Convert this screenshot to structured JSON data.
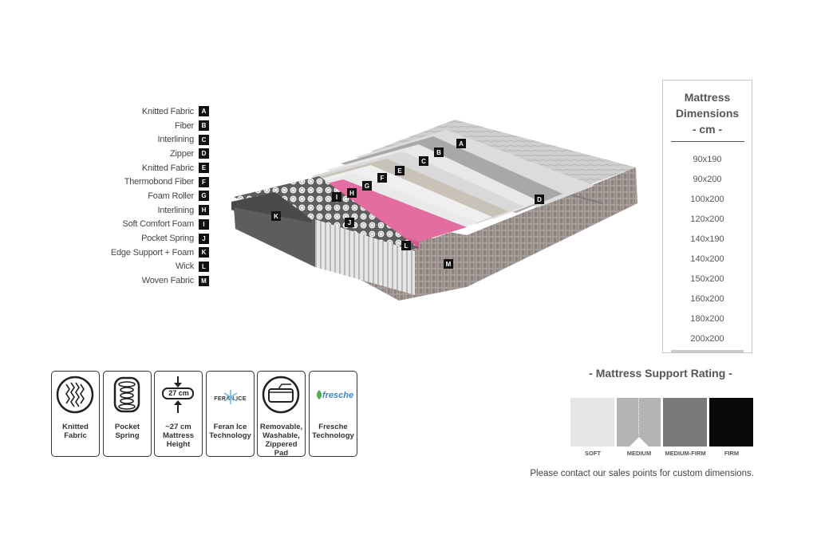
{
  "layers": [
    {
      "label": "Knitted Fabric",
      "letter": "A"
    },
    {
      "label": "Fiber",
      "letter": "B"
    },
    {
      "label": "Interlining",
      "letter": "C"
    },
    {
      "label": "Zipper",
      "letter": "D"
    },
    {
      "label": "Knitted Fabric",
      "letter": "E"
    },
    {
      "label": "Thermobond Fiber",
      "letter": "F"
    },
    {
      "label": "Foam Roller",
      "letter": "G"
    },
    {
      "label": "Interlining",
      "letter": "H"
    },
    {
      "label": "Soft Comfort Foam",
      "letter": "I"
    },
    {
      "label": "Pocket Spring",
      "letter": "J"
    },
    {
      "label": "Edge Support + Foam",
      "letter": "K"
    },
    {
      "label": "Wick",
      "letter": "L"
    },
    {
      "label": "Woven Fabric",
      "letter": "M"
    }
  ],
  "dimensions": {
    "title_line1": "Mattress",
    "title_line2": "Dimensions",
    "title_line3": "- cm -",
    "sizes": [
      "90x190",
      "90x200",
      "100x200",
      "120x200",
      "140x190",
      "140x200",
      "150x200",
      "160x200",
      "180x200",
      "200x200"
    ]
  },
  "features": [
    {
      "label": "Knitted\nFabric",
      "icon": "knitted-fabric-icon"
    },
    {
      "label": "Pocket\nSpring",
      "icon": "pocket-spring-icon"
    },
    {
      "label": "~27 cm\nMattress\nHeight",
      "icon": "mattress-height-icon",
      "badge": "27 cm"
    },
    {
      "label": "Feran Ice\nTechnology",
      "icon": "feran-ice-icon",
      "badge": "FERAN ICE"
    },
    {
      "label": "Removable,\nWashable,\nZippered Pad",
      "icon": "zippered-pad-icon"
    },
    {
      "label": "Fresche\nTechnology",
      "icon": "fresche-icon",
      "badge": "fresche"
    }
  ],
  "rating": {
    "title": "- Mattress Support Rating -",
    "levels": [
      {
        "label": "SOFT",
        "color": "#e6e6e8"
      },
      {
        "label": "MEDIUM",
        "color": "#b4b4b6"
      },
      {
        "label": "MEDIUM-FIRM",
        "color": "#7a7a7c"
      },
      {
        "label": "FIRM",
        "color": "#0a0a0a"
      }
    ],
    "selected": "MEDIUM"
  },
  "footer_note": "Please contact our sales points for custom dimensions."
}
